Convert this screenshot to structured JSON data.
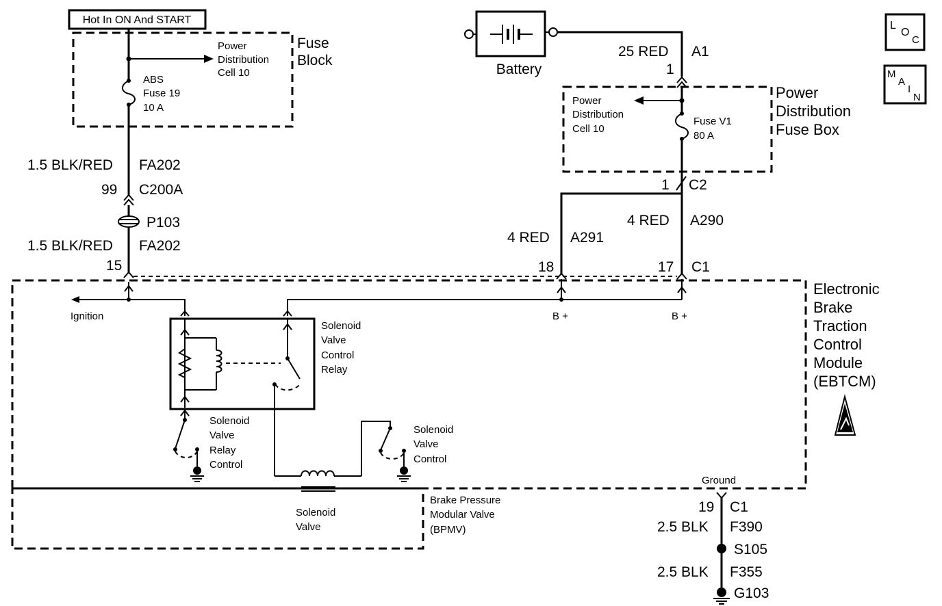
{
  "hot_label": "Hot In ON And START",
  "fuse_block": {
    "title_line1": "Fuse",
    "title_line2": "Block",
    "pdc_line1": "Power",
    "pdc_line2": "Distribution",
    "pdc_line3": "Cell 10",
    "fuse_line1": "ABS",
    "fuse_line2": "Fuse 19",
    "fuse_line3": "10 A"
  },
  "left_wires": {
    "w1_gauge": "1.5 BLK/RED",
    "w1_circuit": "FA202",
    "c200a_pin": "99",
    "c200a_name": "C200A",
    "p103": "P103",
    "w2_gauge": "1.5 BLK/RED",
    "w2_circuit": "FA202",
    "ebtcm_pin": "15"
  },
  "battery": {
    "label": "Battery",
    "w_gauge": "25 RED",
    "w_connector": "A1",
    "w_pin": "1"
  },
  "pdfb": {
    "title_line1": "Power",
    "title_line2": "Distribution",
    "title_line3": "Fuse Box",
    "pdc_line1": "Power",
    "pdc_line2": "Distribution",
    "pdc_line3": "Cell 10",
    "fuse_line1": "Fuse V1",
    "fuse_line2": "80 A",
    "c2_pin": "1",
    "c2_name": "C2"
  },
  "right_wires": {
    "a291_gauge": "4 RED",
    "a291_circuit": "A291",
    "a291_pin": "18",
    "a290_gauge": "4 RED",
    "a290_circuit": "A290",
    "a290_pin": "17",
    "c1_name": "C1"
  },
  "ebtcm": {
    "title_line1": "Electronic",
    "title_line2": "Brake",
    "title_line3": "Traction",
    "title_line4": "Control",
    "title_line5": "Module",
    "title_line6": "(EBTCM)",
    "ignition": "Ignition",
    "b_plus_1": "B +",
    "b_plus_2": "B +",
    "relay_line1": "Solenoid",
    "relay_line2": "Valve",
    "relay_line3": "Control",
    "relay_line4": "Relay",
    "relay_ctrl_line1": "Solenoid",
    "relay_ctrl_line2": "Valve",
    "relay_ctrl_line3": "Relay",
    "relay_ctrl_line4": "Control",
    "valve_ctrl_line1": "Solenoid",
    "valve_ctrl_line2": "Valve",
    "valve_ctrl_line3": "Control",
    "ground": "Ground"
  },
  "bpmv": {
    "title_line1": "Brake Pressure",
    "title_line2": "Modular Valve",
    "title_line3": "(BPMV)",
    "solenoid_line1": "Solenoid",
    "solenoid_line2": "Valve"
  },
  "ground_wires": {
    "pin": "19",
    "connector": "C1",
    "w1_gauge": "2.5 BLK",
    "w1_circuit": "F390",
    "splice": "S105",
    "w2_gauge": "2.5 BLK",
    "w2_circuit": "F355",
    "ground_name": "G103"
  },
  "icons": {
    "loc": "L O C",
    "main": "M A I N"
  }
}
